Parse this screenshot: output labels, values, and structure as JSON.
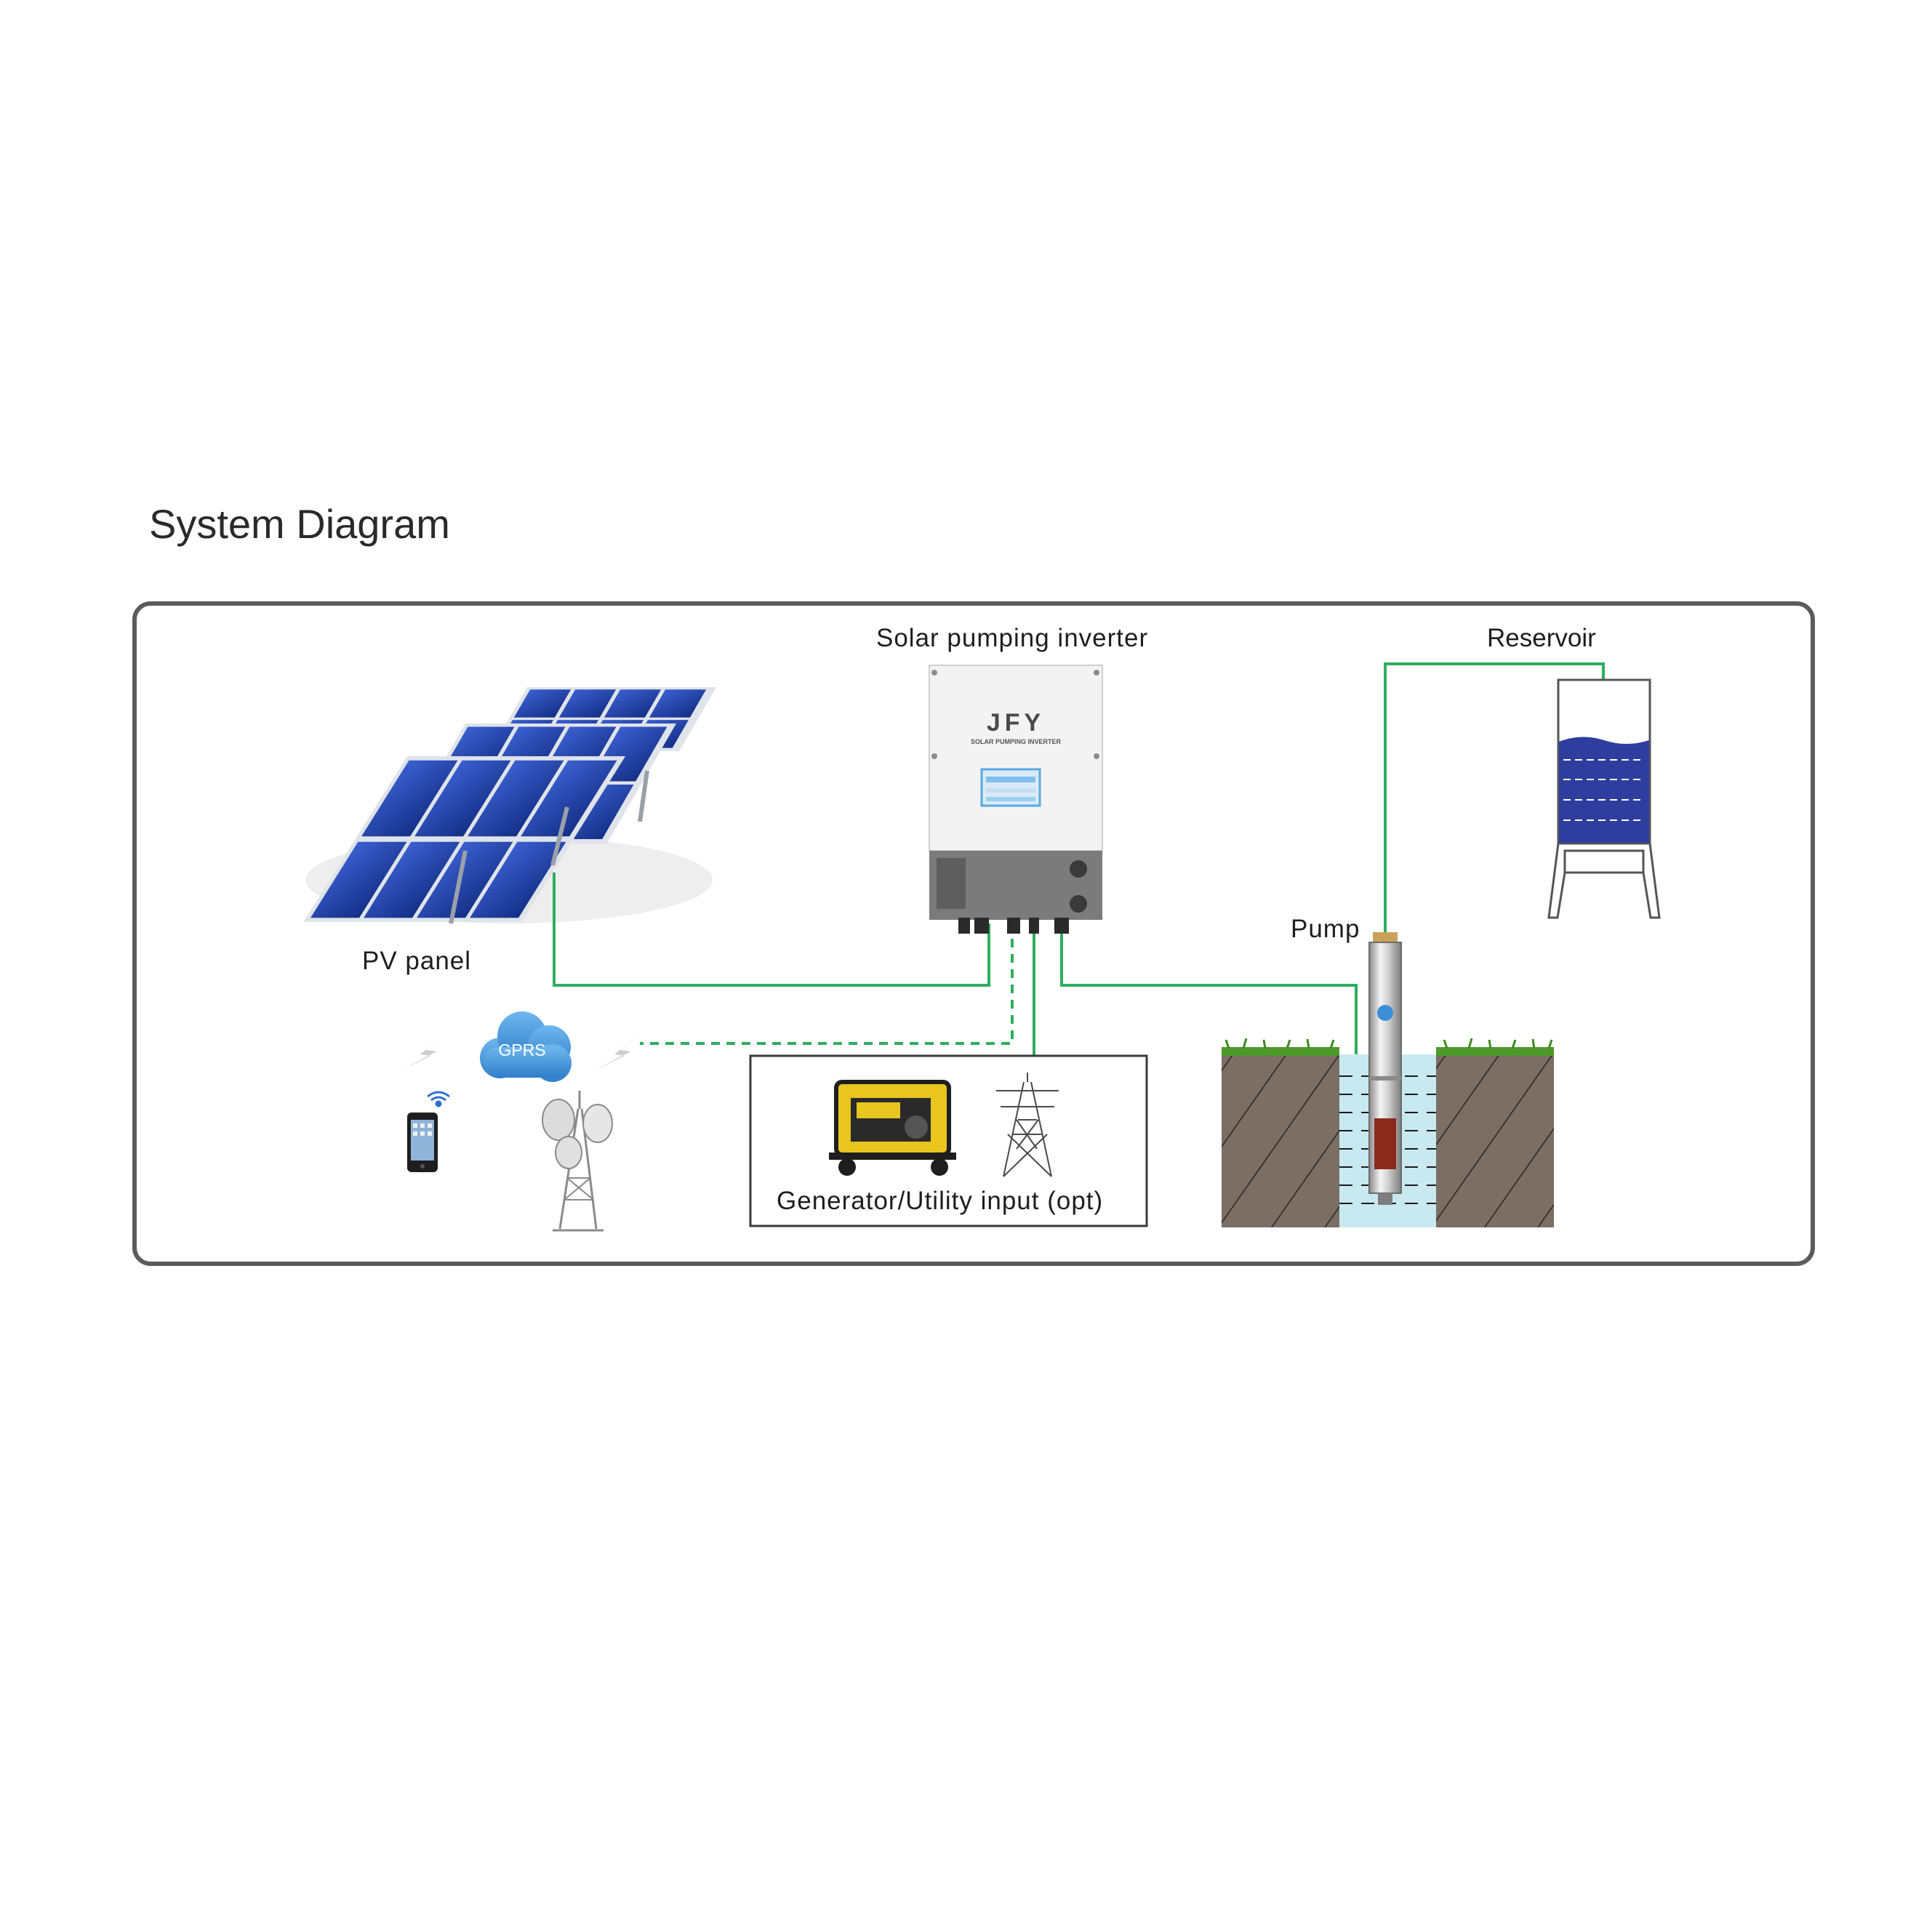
{
  "diagram": {
    "title": "System Diagram",
    "labels": {
      "inverter": "Solar pumping inverter",
      "reservoir": "Reservoir",
      "pv_panel": "PV panel",
      "pump": "Pump",
      "generator": "Generator/Utility input (opt)",
      "gprs": "GPRS",
      "brand": "JFY",
      "brand_sub": "SOLAR PUMPING INVERTER"
    },
    "colors": {
      "wire": "#2fae5f",
      "panel": "#1f3f9c",
      "water": "#2f3e9e",
      "cloud": "#3f8fd6",
      "soil": "#7a6e65",
      "well_water": "#c9e9f0",
      "frame": "#5b5b5b"
    },
    "icons": [
      "solar-panel-icon",
      "inverter-icon",
      "reservoir-tank-icon",
      "submersible-pump-icon",
      "generator-icon",
      "power-tower-icon",
      "gprs-cloud-icon",
      "smartphone-icon",
      "wifi-icon",
      "antenna-tower-icon",
      "lightning-icon"
    ]
  }
}
